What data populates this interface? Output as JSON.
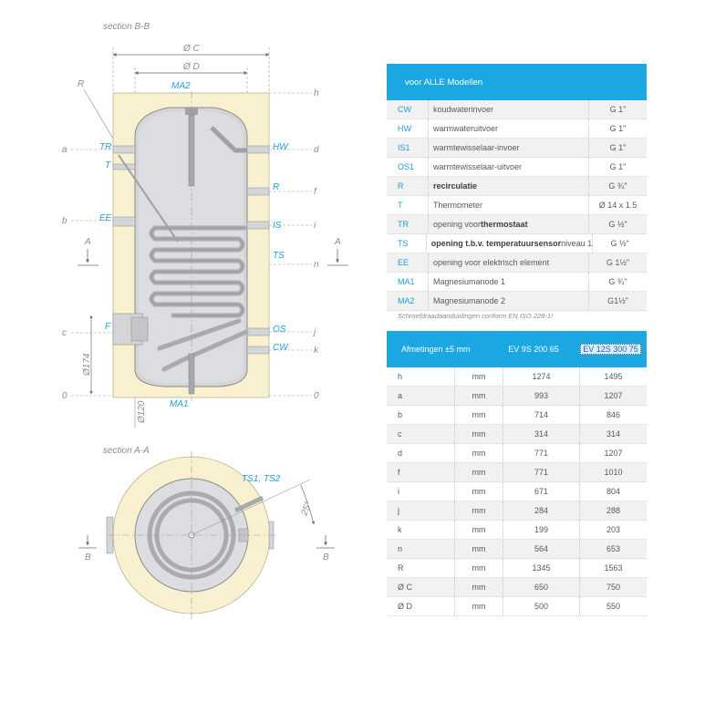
{
  "diagram": {
    "section_bb": "section B-B",
    "section_aa": "section A-A",
    "dim_c": "Ø C",
    "dim_d": "Ø D",
    "label_r_dim": "R",
    "label_ma2": "MA2",
    "label_ma1": "MA1",
    "label_tr": "TR",
    "label_t": "T",
    "label_ee": "EE",
    "label_f_conn": "F",
    "label_hw": "HW",
    "label_r_conn": "R",
    "label_is": "IS",
    "label_ts": "TS",
    "label_os": "OS",
    "label_cw": "CW",
    "letters_left": [
      "a",
      "b",
      "c",
      "0"
    ],
    "letters_right": [
      "h",
      "d",
      "f",
      "i",
      "n",
      "j",
      "k",
      "0"
    ],
    "label_a_left": "A",
    "label_a_right": "A",
    "dim_174": "Ø174",
    "dim_120": "Ø120",
    "label_ts12": "TS1, TS2",
    "angle": "25°",
    "label_b_left": "B",
    "label_b_right": "B"
  },
  "connections_table": {
    "header": "voor ALLE Modellen",
    "rows": [
      {
        "code": "CW",
        "desc": "koudwaterinvoer",
        "bold": "",
        "suffix": "",
        "size": "G 1\""
      },
      {
        "code": "HW",
        "desc": "warmwateruitvoer",
        "bold": "",
        "suffix": "",
        "size": "G 1\""
      },
      {
        "code": "IS1",
        "desc": "warmtewisselaar-invoer",
        "bold": "",
        "suffix": "",
        "size": "G 1\""
      },
      {
        "code": "OS1",
        "desc": "warmtewisselaar-uitvoer",
        "bold": "",
        "suffix": "",
        "size": "G 1\""
      },
      {
        "code": "R",
        "desc": "",
        "bold": "recirculatie",
        "suffix": "",
        "size": "G ¾\""
      },
      {
        "code": "T",
        "desc": "Thermometer",
        "bold": "",
        "suffix": "",
        "size": "Ø 14 x 1.5"
      },
      {
        "code": "TR",
        "desc": "opening voor ",
        "bold": "thermostaat",
        "suffix": "",
        "size": "G ½\""
      },
      {
        "code": "TS",
        "desc": "",
        "bold": "opening t.b.v. temperatuursensor",
        "suffix": " niveau 1",
        "size": "G ½\""
      },
      {
        "code": "EE",
        "desc": "opening voor elektrisch element",
        "bold": "",
        "suffix": "",
        "size": "G 1½\""
      },
      {
        "code": "MA1",
        "desc": "Magnesiumanode 1",
        "bold": "",
        "suffix": "",
        "size": "G ¾\""
      },
      {
        "code": "MA2",
        "desc": "Magnesiumanode 2",
        "bold": "",
        "suffix": "",
        "size": "G1½\""
      }
    ],
    "note": "Schroefdraadaanduidingen conform EN ISO 228-1!"
  },
  "dimensions_table": {
    "headers": [
      "Afmetingen ±5 mm",
      "EV 9S 200 65",
      "EV 12S 300 75"
    ],
    "rows": [
      {
        "label": "h",
        "unit": "mm",
        "a": "1274",
        "b": "1495"
      },
      {
        "label": "a",
        "unit": "mm",
        "a": "993",
        "b": "1207"
      },
      {
        "label": "b",
        "unit": "mm",
        "a": "714",
        "b": "846"
      },
      {
        "label": "c",
        "unit": "mm",
        "a": "314",
        "b": "314"
      },
      {
        "label": "d",
        "unit": "mm",
        "a": "771",
        "b": "1207"
      },
      {
        "label": "f",
        "unit": "mm",
        "a": "771",
        "b": "1010"
      },
      {
        "label": "i",
        "unit": "mm",
        "a": "671",
        "b": "804"
      },
      {
        "label": "j",
        "unit": "mm",
        "a": "284",
        "b": "288"
      },
      {
        "label": "k",
        "unit": "mm",
        "a": "199",
        "b": "203"
      },
      {
        "label": "n",
        "unit": "mm",
        "a": "564",
        "b": "653"
      },
      {
        "label": "R",
        "unit": "mm",
        "a": "1345",
        "b": "1563"
      },
      {
        "label": "Ø C",
        "unit": "mm",
        "a": "650",
        "b": "750"
      },
      {
        "label": "Ø D",
        "unit": "mm",
        "a": "500",
        "b": "550"
      }
    ]
  },
  "colors": {
    "accent": "#1aa7e2",
    "insulation": "#f8f0cf",
    "steel": "#d4d5d7",
    "line": "#6d6e71",
    "label_blue": "#1f9fd6"
  }
}
